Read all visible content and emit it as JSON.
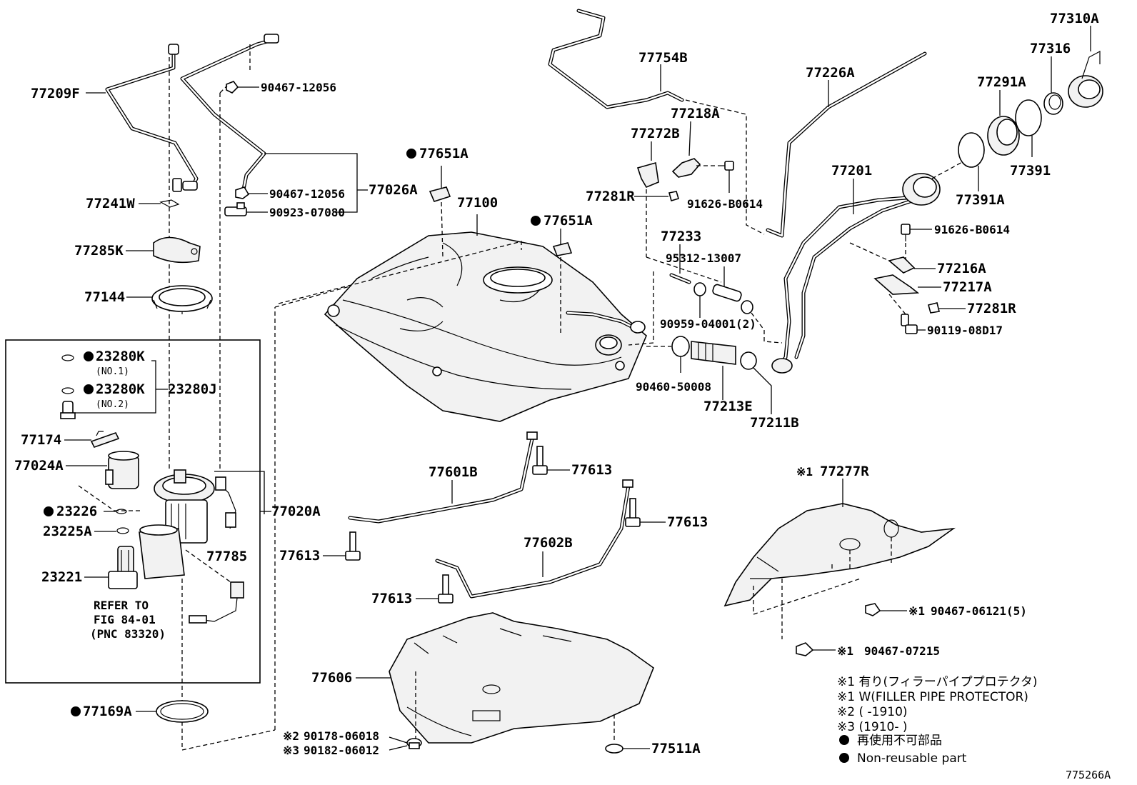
{
  "figure_id": "775266A",
  "labels": {
    "p77209F": "77209F",
    "p77241W": "77241W",
    "p77285K": "77285K",
    "p77144": "77144",
    "p90467_12056_a": "90467-12056",
    "p90467_12056_b": "90467-12056",
    "p90923_07080": "90923-07080",
    "p77026A": "77026A",
    "p77651A_a": "77651A",
    "p77651A_b": "77651A",
    "p77100": "77100",
    "p77754B": "77754B",
    "p77218A": "77218A",
    "p77272B": "77272B",
    "p77281R_a": "77281R",
    "p91626_B0614_a": "91626-B0614",
    "p77226A": "77226A",
    "p77310A": "77310A",
    "p77316": "77316",
    "p77291A": "77291A",
    "p77391": "77391",
    "p77391A": "77391A",
    "p77201": "77201",
    "p91626_B0614_b": "91626-B0614",
    "p77216A": "77216A",
    "p77217A": "77217A",
    "p77281R_b": "77281R",
    "p90119_08D17": "90119-08D17",
    "p77233": "77233",
    "p95312_13007": "95312-13007",
    "p90959_04001": "90959-04001(2)",
    "p90460_50008": "90460-50008",
    "p77213E": "77213E",
    "p77211B": "77211B",
    "p23280K_1": "23280K",
    "p23280K_1_note": "(NO.1)",
    "p23280K_2": "23280K",
    "p23280K_2_note": "(NO.2)",
    "p23280J": "23280J",
    "p77174": "77174",
    "p77024A": "77024A",
    "p23226": "23226",
    "p23225A": "23225A",
    "p23221": "23221",
    "p77785": "77785",
    "p77020A": "77020A",
    "refer_1": "REFER TO",
    "refer_2": "FIG 84-01",
    "refer_3": "(PNC 83320)",
    "p77169A": "77169A",
    "p77601B": "77601B",
    "p77613_a": "77613",
    "p77613_b": "77613",
    "p77613_c": "77613",
    "p77613_d": "77613",
    "p77602B": "77602B",
    "p77606": "77606",
    "p90178_06018": "90178-06018",
    "p90178_mark": "※2",
    "p90182_06012": "90182-06012",
    "p90182_mark": "※3",
    "p77511A": "77511A",
    "p77277R": "77277R",
    "p77277R_mark": "※1",
    "p90467_06121": "90467-06121(5)",
    "p90467_06121_mark": "※1",
    "p90467_07215": "90467-07215",
    "p90467_07215_mark": "※1"
  },
  "legend": {
    "line1": "※1 有り(フィラーパイププロテクタ)",
    "line2": "※1 W(FILLER PIPE PROTECTOR)",
    "line3": "※2 (        -1910)",
    "line4": "※3 (1910-        )",
    "line5": "再使用不可部品",
    "line6": "Non-reusable part"
  }
}
